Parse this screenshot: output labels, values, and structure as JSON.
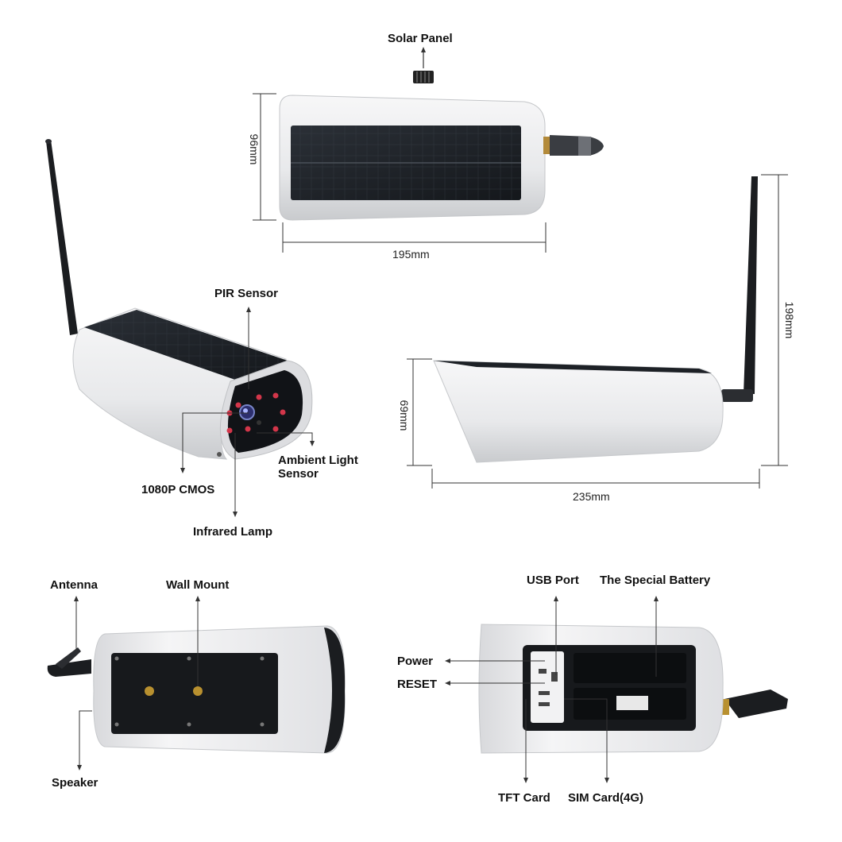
{
  "labels": {
    "solar_panel": "Solar Panel",
    "pir_sensor": "PIR Sensor",
    "ambient_light_sensor_line1": "Ambient Light",
    "ambient_light_sensor_line2": "Sensor",
    "cmos": "1080P CMOS",
    "infrared_lamp": "Infrared Lamp",
    "antenna": "Antenna",
    "wall_mount": "Wall Mount",
    "speaker": "Speaker",
    "usb_port": "USB Port",
    "special_battery": "The Special Battery",
    "power": "Power",
    "reset": "RESET",
    "tft_card": "TFT Card",
    "sim_card": "SIM Card(4G)"
  },
  "dimensions": {
    "top_height": "96mm",
    "top_width": "195mm",
    "side_height_body": "69mm",
    "side_height_total": "198mm",
    "side_length": "235mm"
  },
  "colors": {
    "body": "#e9eaec",
    "panel": "#1d2126",
    "led": "#d3364a",
    "line": "#333333"
  }
}
